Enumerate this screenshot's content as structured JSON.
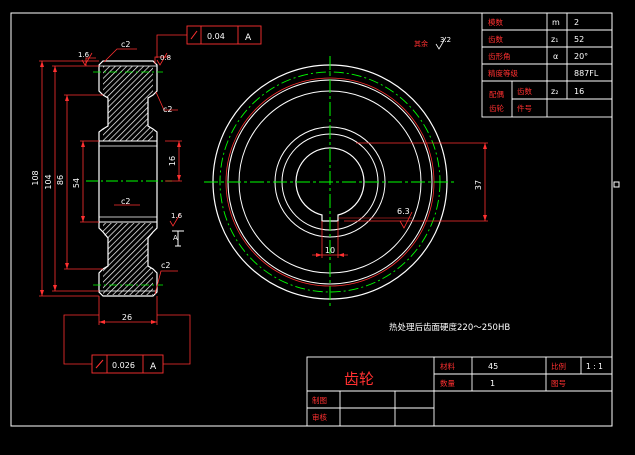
{
  "dims": {
    "d108": "108",
    "d104": "104",
    "d86": "86",
    "d54": "54",
    "d16": "16",
    "d26": "26",
    "d37": "37",
    "d10": "10"
  },
  "chamfers": {
    "c2_top": "c2",
    "c2_right": "c2",
    "c2_mid": "c2",
    "c2_bottom": "c2"
  },
  "roughness": {
    "r16_a": "1.6",
    "r08": "0.8",
    "r16_b": "1.6",
    "r63": "6.3",
    "rest": "其余",
    "rest_value": "3.2"
  },
  "tolerance_top": {
    "value": "0.04",
    "datum": "A"
  },
  "tolerance_bottom": {
    "value": "0.026",
    "datum": "A"
  },
  "datum_symbol": "A",
  "params": [
    {
      "name": "模数",
      "sym": "m",
      "val": "2"
    },
    {
      "name": "齿数",
      "sym": "z₁",
      "val": "52"
    },
    {
      "name": "齿形角",
      "sym": "α",
      "val": "20°"
    },
    {
      "name": "精度等级",
      "sym": "",
      "val": "887FL"
    }
  ],
  "mate": {
    "label_a": "配偶",
    "label_b": "齿轮",
    "teeth_label": "齿数",
    "part_label": "件号",
    "sym": "z₂",
    "val": "16"
  },
  "note": "热处理后齿面硬度220～250HB",
  "title_block": {
    "part_name": "齿轮",
    "material_label": "材料",
    "material": "45",
    "scale_label": "比例",
    "scale": "1 : 1",
    "qty_label": "数量",
    "qty": "1",
    "drawing_no_label": "图号",
    "drawn_label": "制图",
    "checked_label": "审核"
  },
  "colors": {
    "background": "#000000",
    "frame": "#ffffff",
    "outline": "#ffffff",
    "dimension": "#ff3030",
    "centerline": "#00ff00",
    "hatch": "#ffffff",
    "text": "#ffffff"
  }
}
